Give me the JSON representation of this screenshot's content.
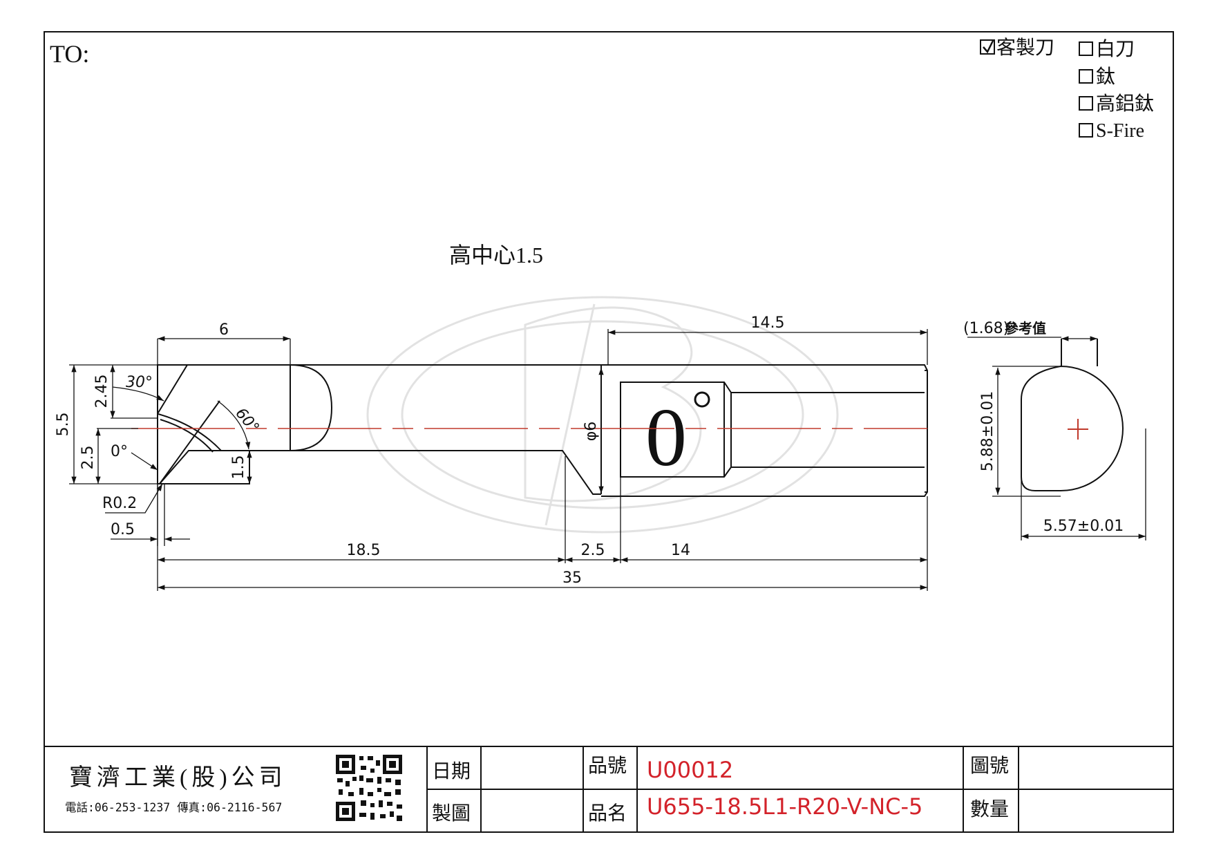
{
  "header": {
    "to_label": "TO:",
    "options": [
      {
        "label": "客製刀",
        "checked": true
      },
      {
        "label": "白刀",
        "checked": false
      },
      {
        "label": "鈦",
        "checked": false
      },
      {
        "label": "高鋁鈦",
        "checked": false
      },
      {
        "label": "S-Fire",
        "checked": false
      }
    ]
  },
  "drawing": {
    "note": "高中心1.5",
    "angle_mark": "0",
    "end_view_ref_value": "(1.68)",
    "end_view_ref_label": "參考值",
    "dimensions": {
      "d6": "6",
      "d14_5": "14.5",
      "d5_5": "5.5",
      "d2_45": "2.45",
      "d2_5_vertical": "2.5",
      "d30": "30°",
      "d60": "60°",
      "d0deg": "0°",
      "d1_5": "1.5",
      "r0_2": "R0.2",
      "d0_5": "0.5",
      "d18_5": "18.5",
      "d2_5": "2.5",
      "d14": "14",
      "d35": "35",
      "phi6": "φ6",
      "d5_88": "5.88±0.01",
      "d5_57": "5.57±0.01"
    }
  },
  "title_block": {
    "company": "寶濟工業(股)公司",
    "contact": "電話:06-253-1237 傳真:06-2116-567",
    "date_label": "日期",
    "date_value": "",
    "drawn_label": "製圖",
    "drawn_value": "",
    "part_no_label": "品號",
    "part_no_value": "U00012",
    "part_name_label": "品名",
    "part_name_value": "U655-18.5L1-R20-V-NC-5",
    "drawing_no_label": "圖號",
    "drawing_no_value": "",
    "qty_label": "數量",
    "qty_value": ""
  },
  "colors": {
    "line": "#111111",
    "centerline": "#c0392b",
    "highlight_text": "#d3222a",
    "watermark": "#dcdcdc"
  }
}
